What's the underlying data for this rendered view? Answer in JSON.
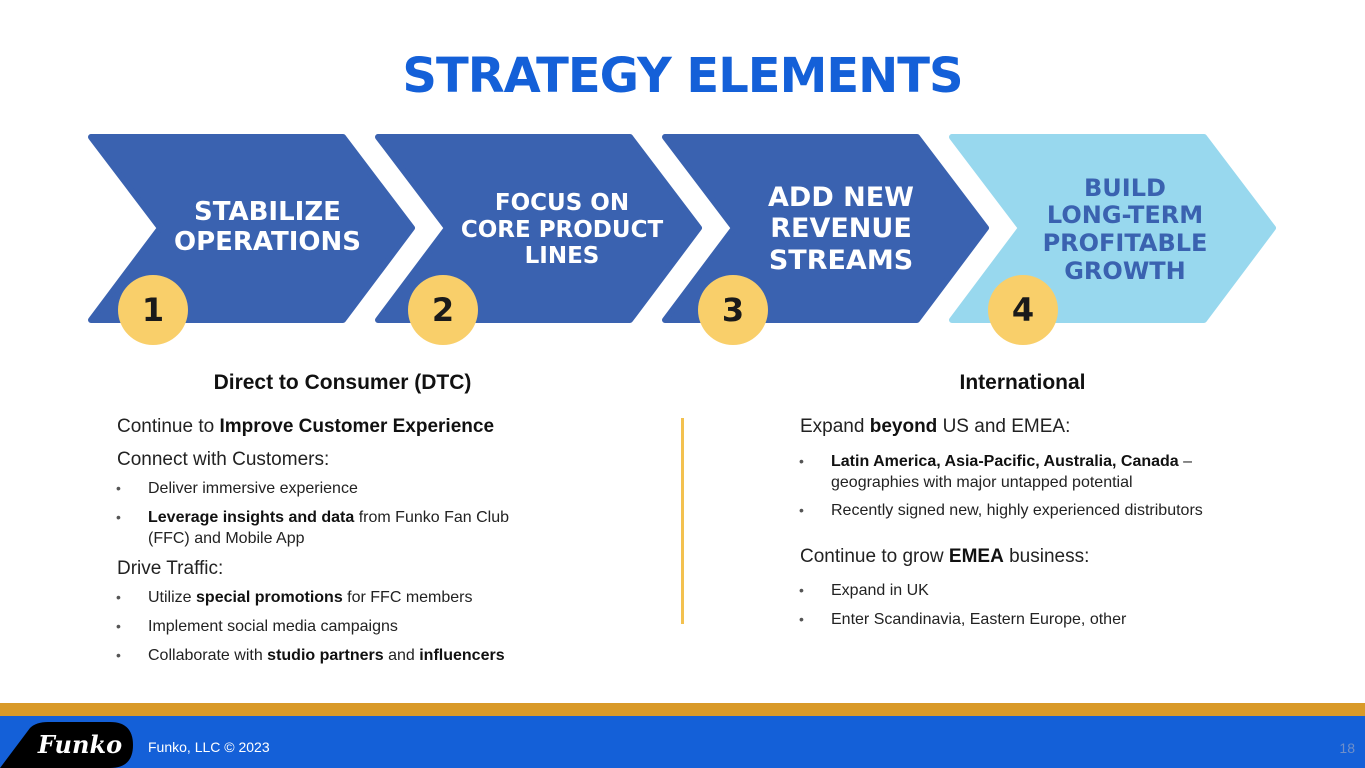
{
  "title": "STRATEGY ELEMENTS",
  "colors": {
    "dark_blue": "#3a62b0",
    "light_blue": "#98d8ee",
    "gold": "#f9cf6a",
    "title_blue": "#1460d8"
  },
  "chevrons": [
    {
      "lines": [
        "STABILIZE",
        "OPERATIONS"
      ],
      "number": "1"
    },
    {
      "lines": [
        "FOCUS ON",
        "CORE PRODUCT",
        "LINES"
      ],
      "number": "2"
    },
    {
      "lines": [
        "ADD NEW",
        "REVENUE",
        "STREAMS"
      ],
      "number": "3"
    },
    {
      "lines": [
        "BUILD",
        "LONG-TERM",
        "PROFITABLE",
        "GROWTH"
      ],
      "number": "4"
    }
  ],
  "left": {
    "heading": "Direct to Consumer (DTC)",
    "item1": {
      "pre": "Continue to ",
      "bold": "Improve Customer Experience"
    },
    "connect_heading": "Connect with Customers:",
    "connect_b1": "Deliver immersive experience",
    "connect_b2": {
      "bold": "Leverage insights and data",
      "rest": " from Funko Fan Club",
      "line2": "(FFC) and Mobile App"
    },
    "drive_heading": "Drive Traffic:",
    "drive_b1": {
      "pre": "Utilize ",
      "bold": "special promotions",
      "rest": " for FFC members"
    },
    "drive_b2": "Implement social media campaigns",
    "drive_b3": {
      "pre": "Collaborate with ",
      "bold1": "studio partners",
      "mid": " and ",
      "bold2": "influencers"
    }
  },
  "right": {
    "heading": "International",
    "expand": {
      "pre": "Expand ",
      "bold": "beyond",
      "rest": " US and EMEA:"
    },
    "expand_b1": {
      "bold": "Latin America, Asia-Pacific, Australia, Canada",
      "rest": " –",
      "line2": "geographies with major untapped potential"
    },
    "expand_b2": "Recently signed new, highly experienced distributors",
    "grow": {
      "pre": "Continue to grow ",
      "bold": "EMEA",
      "rest": " business:"
    },
    "grow_b1": "Expand in UK",
    "grow_b2": "Enter Scandinavia, Eastern Europe, other"
  },
  "footer": {
    "logo_text": "Funko",
    "copyright": "Funko, LLC © 2023",
    "page_number": "18"
  }
}
